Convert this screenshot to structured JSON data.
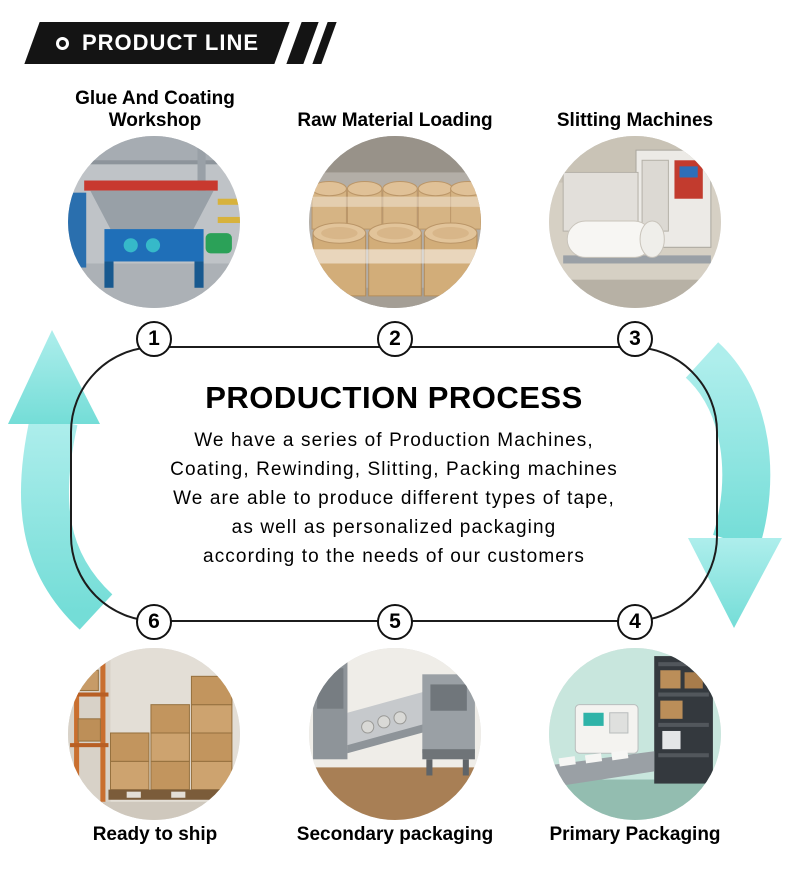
{
  "header": {
    "title": "PRODUCT LINE"
  },
  "stations_top": [
    {
      "number": "1",
      "label": "Glue And Coating Workshop"
    },
    {
      "number": "2",
      "label": "Raw Material Loading"
    },
    {
      "number": "3",
      "label": "Slitting Machines"
    }
  ],
  "process": {
    "title": "PRODUCTION PROCESS",
    "lines": [
      "We have a series of Production Machines,",
      "Coating, Rewinding, Slitting, Packing machines",
      "We are able to produce different types of tape,",
      "as well as personalized packaging",
      "according to the needs of our customers"
    ]
  },
  "stations_bottom": [
    {
      "number": "6",
      "label": "Ready to ship"
    },
    {
      "number": "5",
      "label": "Secondary packaging"
    },
    {
      "number": "4",
      "label": "Primary Packaging"
    }
  ],
  "colors": {
    "accent_arrow": "#8ee5e1",
    "banner": "#141414"
  }
}
